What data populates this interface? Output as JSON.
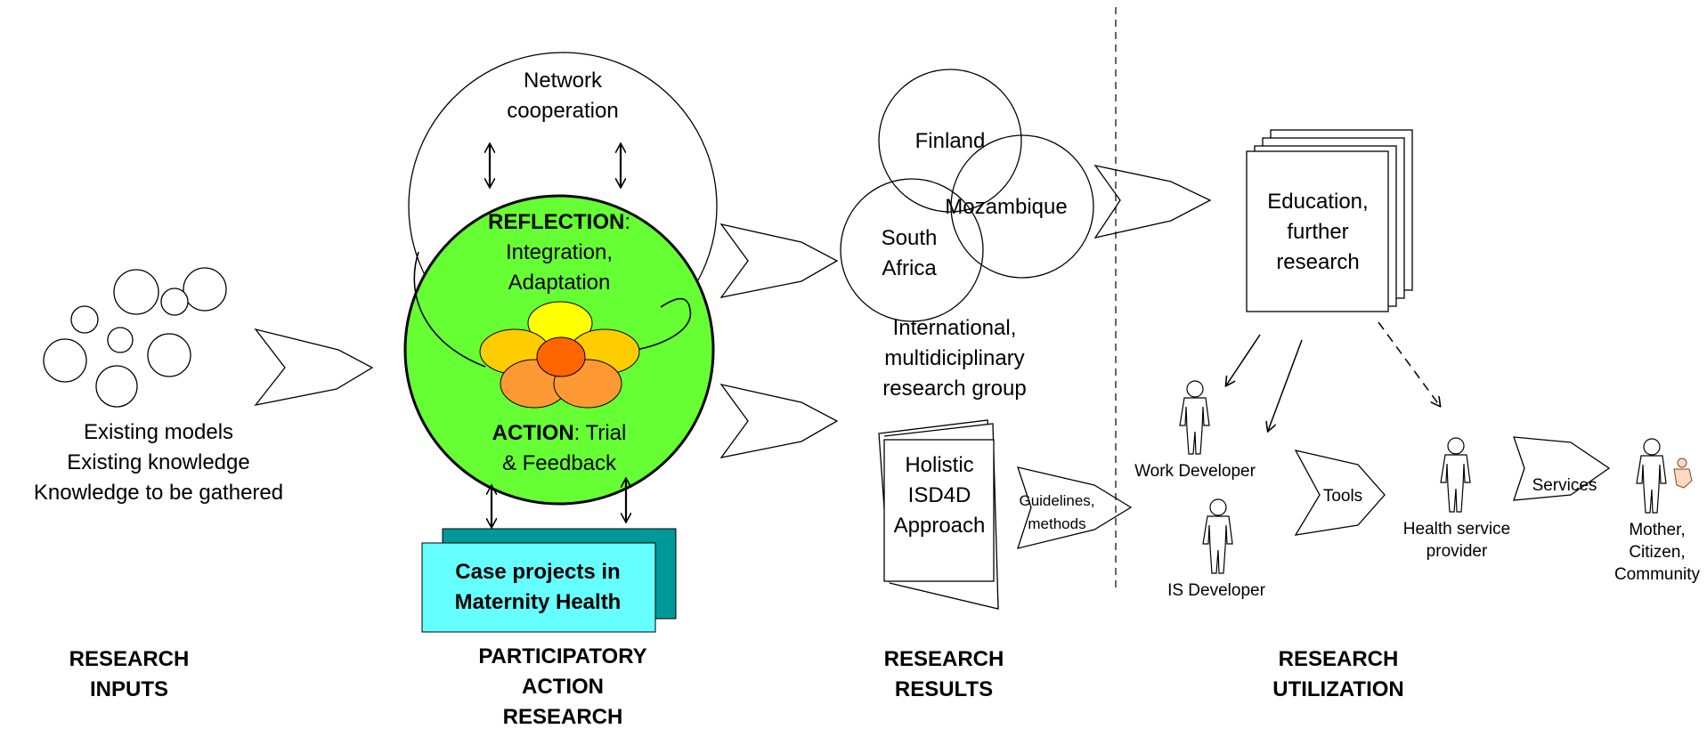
{
  "inputs": {
    "lines": [
      "Existing models",
      "Existing knowledge",
      "Knowledge to be gathered"
    ],
    "section": [
      "RESEARCH",
      "INPUTS"
    ]
  },
  "par": {
    "network": [
      "Network",
      "cooperation"
    ],
    "reflection_heading": "REFLECTION",
    "reflection_colon": ":",
    "reflection_lines": [
      "Integration,",
      "Adaptation"
    ],
    "action_heading": "ACTION",
    "action_rest": ": Trial",
    "action_line2": "& Feedback",
    "case": [
      "Case projects in",
      "Maternity Health"
    ],
    "section": [
      "PARTICIPATORY",
      "ACTION",
      "RESEARCH"
    ]
  },
  "results": {
    "finland": "Finland",
    "mozambique": "Mozambique",
    "south_africa": [
      "South",
      "Africa"
    ],
    "group": [
      "International,",
      "multidiciplinary",
      "research group"
    ],
    "book": [
      "Holistic",
      "ISD4D",
      "Approach"
    ],
    "guidelines": [
      "Guidelines,",
      "methods"
    ],
    "section": [
      "RESEARCH",
      "RESULTS"
    ]
  },
  "utilization": {
    "education": [
      "Education,",
      "further",
      "research"
    ],
    "work_developer": "Work Developer",
    "is_developer": "IS Developer",
    "tools": "Tools",
    "health_provider": [
      "Health service",
      "provider"
    ],
    "services": "Services",
    "mother": [
      "Mother,",
      "Citizen,",
      "Community"
    ],
    "section": [
      "RESEARCH",
      "UTILIZATION"
    ]
  },
  "colors": {
    "green": "#66ff33",
    "teal": "#009999",
    "cyan": "#66ffff",
    "petal_yellow": "#ffff00",
    "petal_gold": "#ffcc00",
    "petal_orange": "#ff9933",
    "flower_center": "#ff6600"
  }
}
